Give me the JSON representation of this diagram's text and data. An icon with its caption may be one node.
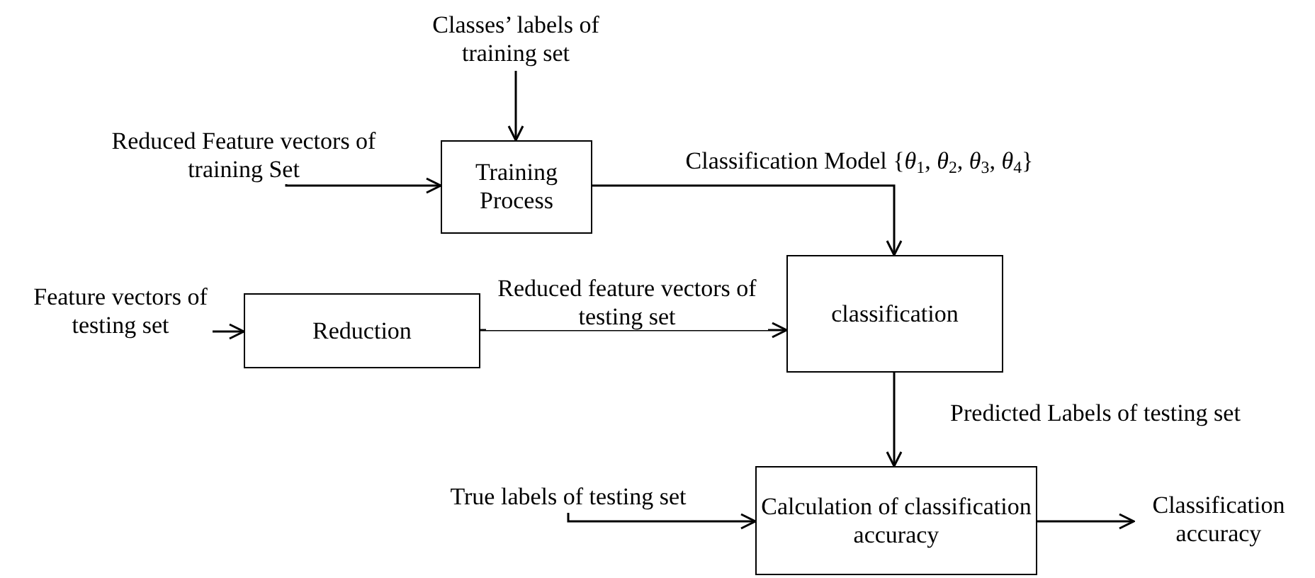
{
  "diagram": {
    "nodes": [
      {
        "text": [
          "Classes’ labels of training set"
        ]
      },
      {
        "text": [
          "Reduced Feature vectors of training Set"
        ]
      },
      {
        "text": [
          "Training Process"
        ]
      },
      {
        "text": [
          "Feature vectors of testing set"
        ]
      },
      {
        "text": [
          "Reduction"
        ]
      },
      {
        "text": [
          "classification"
        ]
      },
      {
        "text": [
          "True labels of testing set"
        ]
      },
      {
        "text": [
          "Calculation of classification accuracy"
        ]
      },
      {
        "text": [
          "Classification accuracy"
        ]
      }
    ],
    "edges": [
      {
        "from": 0,
        "to": 2,
        "arrow": "to"
      },
      {
        "from": 1,
        "to": 2,
        "arrow": "to"
      },
      {
        "from": 2,
        "to": 5,
        "arrow": "to",
        "label": "Classification Model  {*θ*$_{1}$, *θ*$_{2}$,  *θ*$_{3}$, *θ*$_{4}$}"
      },
      {
        "from": 3,
        "to": 4,
        "arrow": "to"
      },
      {
        "from": 4,
        "to": 5,
        "arrow": "to",
        "label": "Reduced feature vectors of testing set"
      },
      {
        "from": 5,
        "to": 7,
        "arrow": "to",
        "label": "Predicted Labels of testing set"
      },
      {
        "from": 6,
        "to": 7,
        "arrow": "to"
      },
      {
        "from": 7,
        "to": 8,
        "arrow": "to"
      }
    ]
  }
}
